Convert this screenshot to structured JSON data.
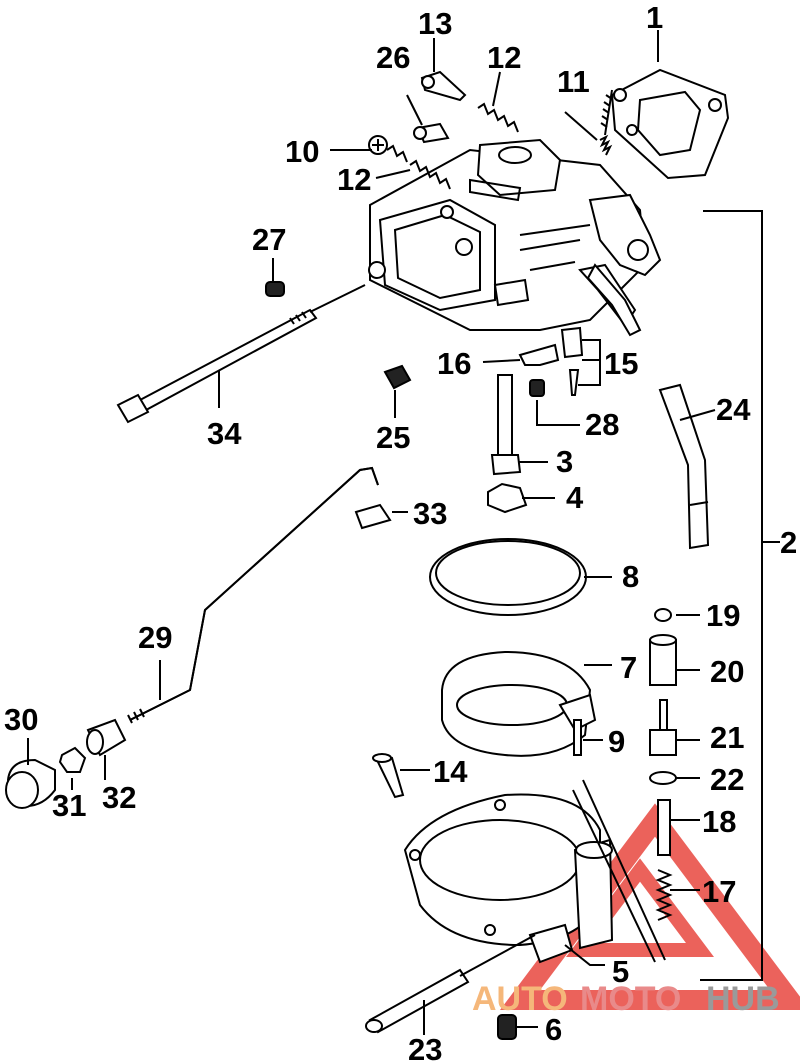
{
  "labels": {
    "l1": "1",
    "l2": "2",
    "l3": "3",
    "l4": "4",
    "l5": "5",
    "l6": "6",
    "l7": "7",
    "l8": "8",
    "l9": "9",
    "l10": "10",
    "l11": "11",
    "l12a": "12",
    "l12b": "12",
    "l13": "13",
    "l14": "14",
    "l15": "15",
    "l16": "16",
    "l17": "17",
    "l18": "18",
    "l19": "19",
    "l20": "20",
    "l21": "21",
    "l22": "22",
    "l23": "23",
    "l24": "24",
    "l25": "25",
    "l26": "26",
    "l27": "27",
    "l28": "28",
    "l29": "29",
    "l30": "30",
    "l31": "31",
    "l32": "32",
    "l33": "33",
    "l34": "34"
  },
  "watermark": {
    "part1": "AUTO",
    "part2": "MOTO",
    "part3": "HUB",
    "color1": "#f5b77a",
    "color2": "#e98a8a",
    "color3": "#9a9a9a",
    "triangle_color": "#e8473f"
  }
}
